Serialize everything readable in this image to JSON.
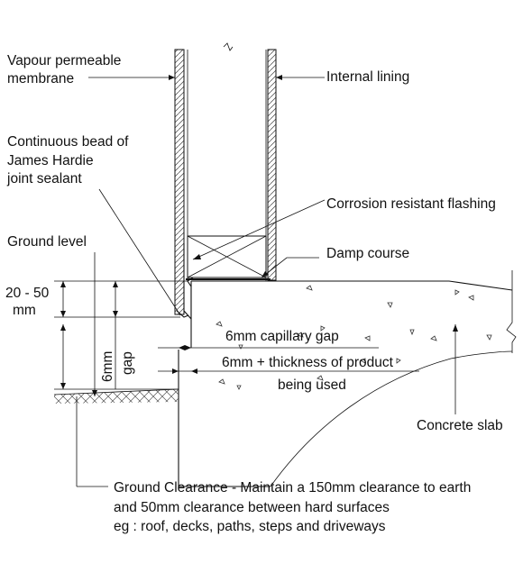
{
  "labels": {
    "vapour_line1": "Vapour permeable",
    "vapour_line2": "membrane",
    "internal_lining": "Internal lining",
    "bead_line1": "Continuous bead of",
    "bead_line2": "James Hardie",
    "bead_line3": "joint sealant",
    "corrosion_flashing": "Corrosion resistant flashing",
    "ground_level": "Ground level",
    "damp_course": "Damp course",
    "dim_range_line1": "20 - 50",
    "dim_range_line2": "mm",
    "capillary_gap": "6mm capillary gap",
    "thickness_line1": "6mm + thickness of product",
    "thickness_line2": "being used",
    "gap_6mm": "6mm",
    "gap_word": "gap",
    "concrete_slab": "Concrete slab",
    "clearance_line1": "Ground Clearance - Maintain a 150mm clearance to earth",
    "clearance_line2": "and 50mm clearance between hard surfaces",
    "clearance_line3": "eg : roof, decks, paths, steps and driveways"
  }
}
